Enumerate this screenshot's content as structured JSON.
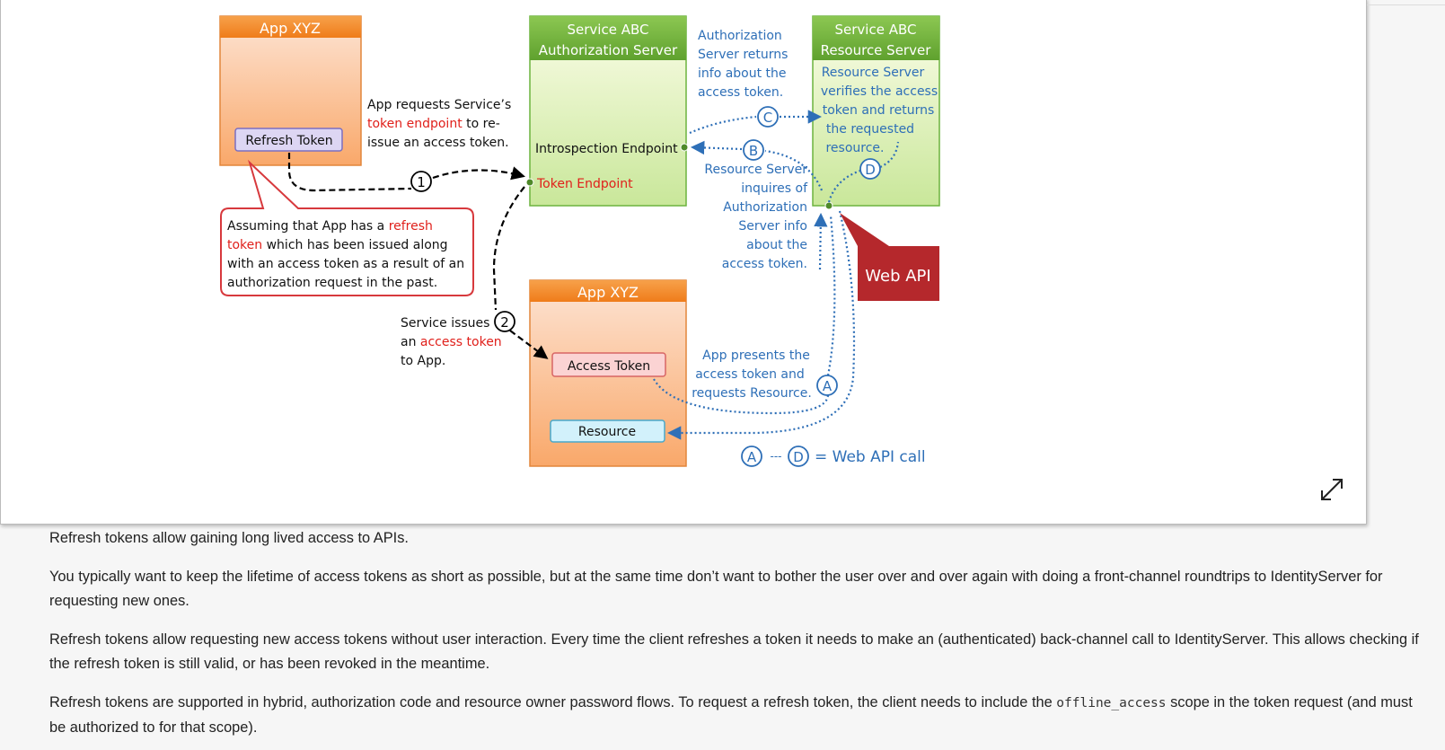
{
  "diagram": {
    "app_top": {
      "title": "App XYZ",
      "token": "Refresh Token"
    },
    "auth_server": {
      "title_line1": "Service ABC",
      "title_line2": "Authorization Server",
      "introspection": "Introspection Endpoint",
      "token_endpoint": "Token Endpoint"
    },
    "resource_server": {
      "title_line1": "Service ABC",
      "title_line2": "Resource Server",
      "desc": [
        "Resource Server",
        "verifies the access",
        "token and returns",
        "the requested",
        "resource."
      ]
    },
    "app_bottom": {
      "title": "App XYZ",
      "access_token": "Access Token",
      "resource": "Resource"
    },
    "callout": {
      "line1": "Assuming that App has a ",
      "line1_highlight": "refresh",
      "line2_highlight": "token",
      "line2": " which has been issued along",
      "line3": "with an access token as a result of an",
      "line4": "authorization request in the past."
    },
    "step1": {
      "number": "1",
      "line1": "App requests Service’s",
      "line2_highlight": "token endpoint",
      "line2": " to re-",
      "line3": "issue an access token."
    },
    "step2": {
      "number": "2",
      "line1": "Service issues",
      "line2": "an ",
      "line2_highlight": "access token",
      "line3": "to App."
    },
    "auth_returns": [
      "Authorization",
      "Server returns",
      "info about the",
      "access token."
    ],
    "rs_inquires": [
      "Resource Server",
      "inquires of",
      "Authorization",
      "Server info",
      "about the",
      "access token."
    ],
    "app_presents": [
      "App presents the",
      "access token and",
      "requests Resource."
    ],
    "web_api": "Web API",
    "badges": {
      "a": "A",
      "b": "B",
      "c": "C",
      "d": "D"
    },
    "legend": {
      "sep": "---",
      "text": "= Web API call"
    }
  },
  "expand_icon": "expand-diagonal-icon",
  "article": {
    "p1": "Refresh tokens allow gaining long lived access to APIs.",
    "p2": "You typically want to keep the lifetime of access tokens as short as possible, but at the same time don’t want to bother the user over and over again with doing a front-channel roundtrips to IdentityServer for requesting new ones.",
    "p3": "Refresh tokens allow requesting new access tokens without user interaction. Every time the client refreshes a token it needs to make an (authenticated) back-channel call to IdentityServer. This allows checking if the refresh token is still valid, or has been revoked in the meantime.",
    "p4_before": "Refresh tokens are supported in hybrid, authorization code and resource owner password flows. To request a refresh token, the client needs to include the ",
    "p4_code": "offline_access",
    "p4_after": " scope in the token request (and must be authorized to for that scope)."
  },
  "colors": {
    "orange_header": "#f28c28",
    "green_header": "#6cb33e",
    "red_text": "#e0201b",
    "blue_badge": "#2e6fb7",
    "web_api_red": "#b5282c"
  }
}
